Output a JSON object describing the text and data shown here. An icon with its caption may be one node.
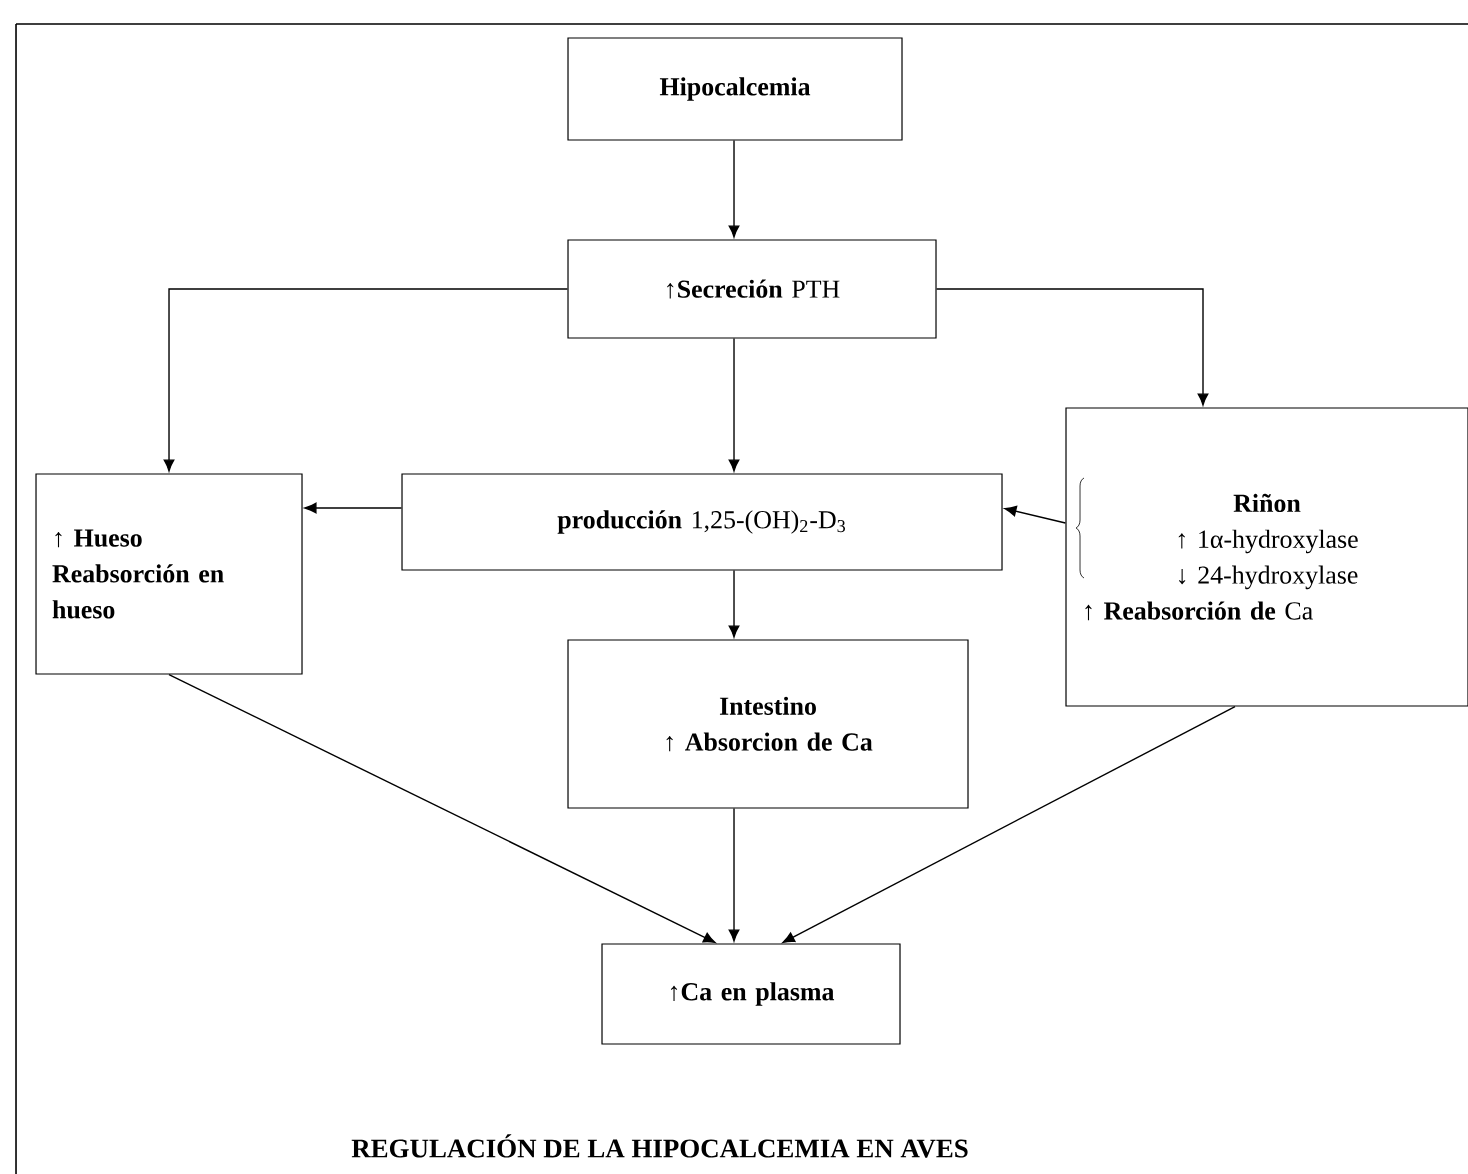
{
  "diagram": {
    "title": "REGULACIÓN DE LA HIPOCALCEMIA EN AVES",
    "nodes": [
      {
        "text": [
          "Hipocalcemia"
        ]
      },
      {
        "text": [
          "↑**Secreción** PTH"
        ]
      },
      {
        "text": [
          "↑ **Hueso**",
          "**Reabsorción en hueso**"
        ]
      },
      {
        "text": [
          "**producción** 1,25-(OH)$_{2}$-D$_{3}$"
        ]
      },
      {
        "text": [
          "**Riñon**",
          "↑ 1α-hydroxylase",
          "↓ 24-hydroxylase",
          "↑ **Reabsorción de** Ca"
        ]
      },
      {
        "text": [
          "**Intestino**",
          "↑ **Absorcion de Ca**"
        ]
      },
      {
        "text": [
          "↑**Ca en plasma**"
        ]
      }
    ],
    "edges": [
      {
        "from": 0,
        "to": 1,
        "arrow": "to"
      },
      {
        "from": 1,
        "to": 2,
        "arrow": "to"
      },
      {
        "from": 1,
        "to": 3,
        "arrow": "to"
      },
      {
        "from": 1,
        "to": 4,
        "arrow": "to"
      },
      {
        "from": 3,
        "to": 2,
        "arrow": "to"
      },
      {
        "from": 4,
        "to": 3,
        "arrow": "to"
      },
      {
        "from": 3,
        "to": 5,
        "arrow": "to"
      },
      {
        "from": 2,
        "to": 6,
        "arrow": "to"
      },
      {
        "from": 5,
        "to": 6,
        "arrow": "to"
      },
      {
        "from": 4,
        "to": 6,
        "arrow": "to"
      }
    ]
  }
}
